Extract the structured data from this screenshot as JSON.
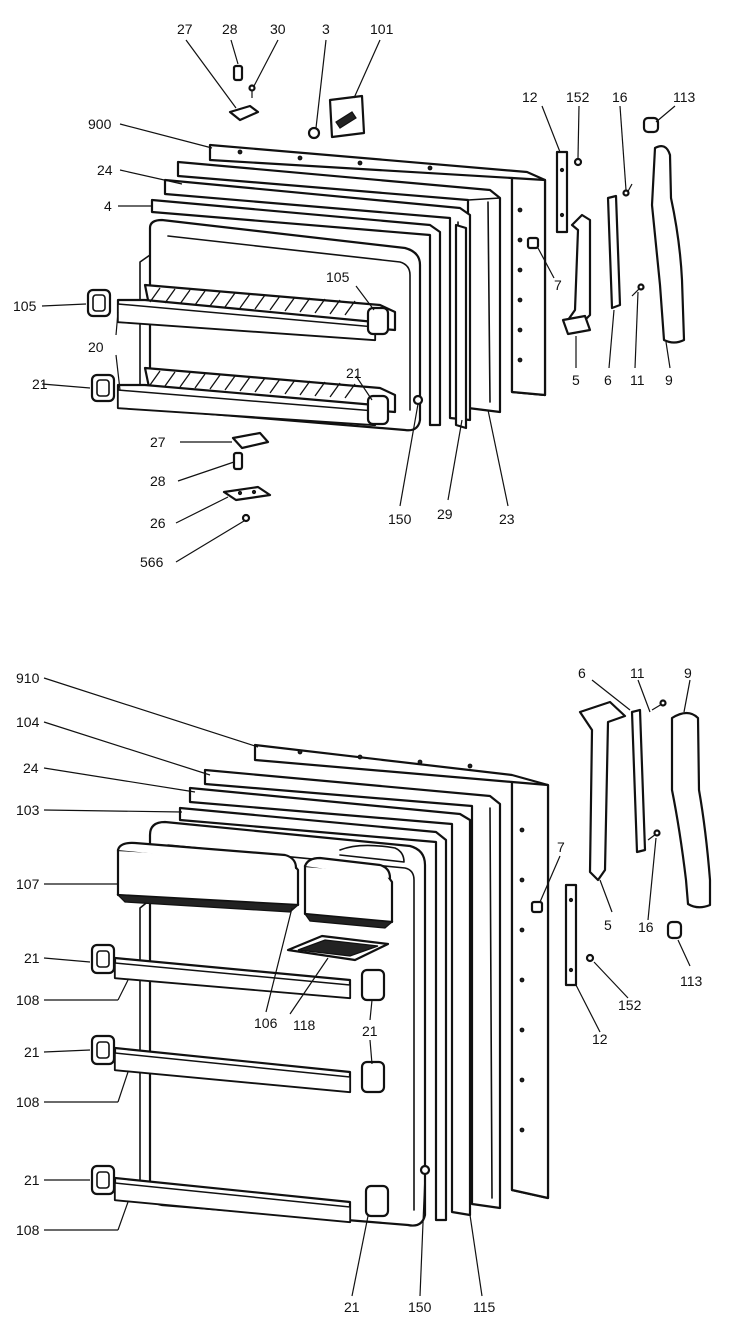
{
  "diagrams": {
    "freezer_door": {
      "assembly": "900",
      "callouts": [
        "27",
        "28",
        "30",
        "3",
        "101",
        "900",
        "24",
        "4",
        "105",
        "105",
        "20",
        "21",
        "21",
        "12",
        "152",
        "16",
        "113",
        "7",
        "5",
        "6",
        "11",
        "9",
        "27",
        "28",
        "26",
        "566",
        "150",
        "29",
        "23"
      ]
    },
    "fresh_food_door": {
      "assembly": "910",
      "callouts": [
        "910",
        "104",
        "24",
        "103",
        "107",
        "21",
        "108",
        "21",
        "108",
        "21",
        "108",
        "106",
        "118",
        "21",
        "21",
        "150",
        "115",
        "6",
        "11",
        "9",
        "7",
        "5",
        "16",
        "113",
        "152",
        "12"
      ]
    }
  },
  "colors": {
    "line": "#111111",
    "background": "#ffffff"
  }
}
